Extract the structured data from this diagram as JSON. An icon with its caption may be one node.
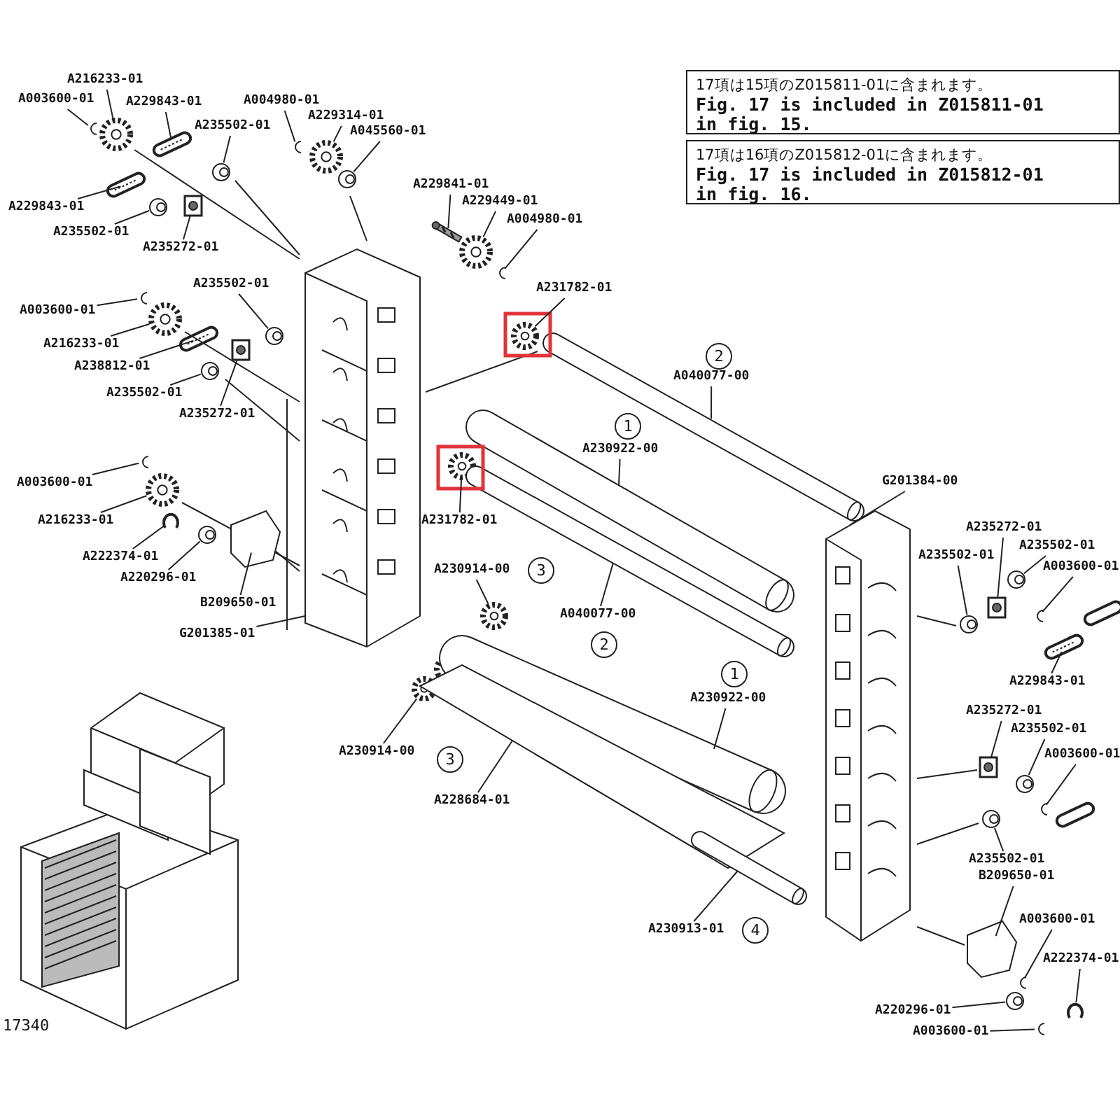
{
  "diagram": {
    "nodes": [
      {
        "text": [
          "17項は15項のZ015811-01に含まれます。",
          "Fig. 17 is included in Z015811-01 in fig. 15."
        ]
      },
      {
        "text": [
          "17項は16項のZ015812-01に含まれます。",
          "Fig. 17 is included in Z015812-01 in fig. 16."
        ]
      },
      {
        "text": [
          "A216233-01"
        ]
      },
      {
        "text": [
          "A003600-01"
        ]
      },
      {
        "text": [
          "A229843-01"
        ]
      },
      {
        "text": [
          "A235502-01"
        ]
      },
      {
        "text": [
          "A004980-01"
        ]
      },
      {
        "text": [
          "A229314-01"
        ]
      },
      {
        "text": [
          "A045560-01"
        ]
      },
      {
        "text": [
          "A229843-01"
        ]
      },
      {
        "text": [
          "A235502-01"
        ]
      },
      {
        "text": [
          "A235272-01"
        ]
      },
      {
        "text": [
          "A229841-01"
        ]
      },
      {
        "text": [
          "A229449-01"
        ]
      },
      {
        "text": [
          "A004980-01"
        ]
      },
      {
        "text": [
          "A235502-01"
        ]
      },
      {
        "text": [
          "A003600-01"
        ]
      },
      {
        "text": [
          "A216233-01"
        ]
      },
      {
        "text": [
          "A238812-01"
        ]
      },
      {
        "text": [
          "A235502-01"
        ]
      },
      {
        "text": [
          "A235272-01"
        ]
      },
      {
        "text": [
          "A231782-01"
        ]
      },
      {
        "text": [
          "A040077-00"
        ]
      },
      {
        "text": [
          "A230922-00"
        ]
      },
      {
        "text": [
          "A003600-01"
        ]
      },
      {
        "text": [
          "A216233-01"
        ]
      },
      {
        "text": [
          "A231782-01"
        ]
      },
      {
        "text": [
          "A222374-01"
        ]
      },
      {
        "text": [
          "A220296-01"
        ]
      },
      {
        "text": [
          "B209650-01"
        ]
      },
      {
        "text": [
          "G201385-01"
        ]
      },
      {
        "text": [
          "A230914-00"
        ]
      },
      {
        "text": [
          "A040077-00"
        ]
      },
      {
        "text": [
          "G201384-00"
        ]
      },
      {
        "text": [
          "A230922-00"
        ]
      },
      {
        "text": [
          "A230914-00"
        ]
      },
      {
        "text": [
          "A228684-01"
        ]
      },
      {
        "text": [
          "A230913-01"
        ]
      },
      {
        "text": [
          "A235272-01"
        ]
      },
      {
        "text": [
          "A235502-01"
        ]
      },
      {
        "text": [
          "A235502-01"
        ]
      },
      {
        "text": [
          "A003600-01"
        ]
      },
      {
        "text": [
          "A229843-01"
        ]
      },
      {
        "text": [
          "A235272-01"
        ]
      },
      {
        "text": [
          "A235502-01"
        ]
      },
      {
        "text": [
          "A003600-01"
        ]
      },
      {
        "text": [
          "A235502-01"
        ]
      },
      {
        "text": [
          "B209650-01"
        ]
      },
      {
        "text": [
          "A003600-01"
        ]
      },
      {
        "text": [
          "A222374-01"
        ]
      },
      {
        "text": [
          "A220296-01"
        ]
      },
      {
        "text": [
          "A003600-01"
        ]
      },
      {
        "text": [],
        "shape": "picture"
      },
      {
        "text": [],
        "shape": "picture"
      },
      {
        "text": [],
        "shape": "picture"
      },
      {
        "text": [],
        "shape": "picture"
      },
      {
        "text": [],
        "shape": "picture"
      },
      {
        "text": [],
        "shape": "picture"
      },
      {
        "text": [],
        "shape": "picture"
      },
      {
        "text": [],
        "shape": "picture"
      },
      {
        "text": [],
        "shape": "picture"
      },
      {
        "text": [],
        "shape": "picture"
      },
      {
        "text": [],
        "shape": "picture"
      },
      {
        "text": [],
        "shape": "picture"
      },
      {
        "text": [],
        "shape": "picture"
      },
      {
        "text": [],
        "shape": "picture"
      },
      {
        "text": [],
        "shape": "picture"
      },
      {
        "text": [],
        "shape": "picture"
      },
      {
        "text": [],
        "shape": "picture"
      },
      {
        "text": [],
        "shape": "picture"
      },
      {
        "text": [],
        "shape": "picture"
      },
      {
        "text": [],
        "shape": "picture"
      },
      {
        "text": [],
        "shape": "picture"
      },
      {
        "text": [],
        "shape": "picture"
      },
      {
        "text": [],
        "shape": "picture"
      },
      {
        "text": [],
        "shape": "picture"
      },
      {
        "text": [],
        "shape": "picture"
      },
      {
        "text": [],
        "shape": "picture"
      },
      {
        "text": [],
        "shape": "picture"
      },
      {
        "text": [],
        "shape": "picture"
      },
      {
        "text": [],
        "shape": "picture"
      },
      {
        "text": [],
        "shape": "picture"
      },
      {
        "text": [],
        "shape": "picture"
      },
      {
        "text": [],
        "shape": "picture"
      },
      {
        "text": [],
        "shape": "picture"
      },
      {
        "text": [],
        "shape": "picture"
      },
      {
        "text": [],
        "shape": "picture"
      },
      {
        "text": [],
        "shape": "picture"
      },
      {
        "text": [],
        "shape": "picture"
      },
      {
        "text": [],
        "shape": "picture"
      },
      {
        "text": [],
        "shape": "picture"
      },
      {
        "text": [],
        "shape": "picture"
      },
      {
        "text": [],
        "shape": "picture"
      },
      {
        "text": [],
        "shape": "picture"
      },
      {
        "text": [],
        "shape": "picture"
      },
      {
        "text": [],
        "shape": "picture"
      },
      {
        "text": [],
        "shape": "picture"
      },
      {
        "text": [],
        "shape": "picture"
      },
      {
        "text": [],
        "shape": "picture"
      },
      {
        "text": [],
        "shape": "picture"
      },
      {
        "text": [],
        "shape": "picture"
      },
      {
        "text": [],
        "shape": "picture"
      }
    ],
    "edges": [
      {
        "from": 2,
        "to": 52,
        "arrow": "none"
      },
      {
        "from": 3,
        "to": 53,
        "arrow": "none"
      },
      {
        "from": 4,
        "to": 54,
        "arrow": "none"
      },
      {
        "from": 5,
        "to": 55,
        "arrow": "none"
      },
      {
        "from": 6,
        "to": 56,
        "arrow": "none"
      },
      {
        "from": 7,
        "to": 57,
        "arrow": "none"
      },
      {
        "from": 8,
        "to": 58,
        "arrow": "none"
      },
      {
        "from": 9,
        "to": 59,
        "arrow": "none"
      },
      {
        "from": 10,
        "to": 60,
        "arrow": "none"
      },
      {
        "from": 11,
        "to": 61,
        "arrow": "none"
      },
      {
        "from": 12,
        "to": 62,
        "arrow": "none"
      },
      {
        "from": 13,
        "to": 63,
        "arrow": "none"
      },
      {
        "from": 14,
        "to": 64,
        "arrow": "none"
      },
      {
        "from": 15,
        "to": 65,
        "arrow": "none"
      },
      {
        "from": 16,
        "to": 66,
        "arrow": "none"
      },
      {
        "from": 17,
        "to": 67,
        "arrow": "none"
      },
      {
        "from": 18,
        "to": 68,
        "arrow": "none"
      },
      {
        "from": 19,
        "to": 69,
        "arrow": "none"
      },
      {
        "from": 20,
        "to": 70,
        "arrow": "none"
      },
      {
        "from": 21,
        "to": 71,
        "arrow": "none"
      },
      {
        "from": 22,
        "to": 72,
        "arrow": "none"
      },
      {
        "from": 23,
        "to": 73,
        "arrow": "none"
      },
      {
        "from": 24,
        "to": 74,
        "arrow": "none"
      },
      {
        "from": 25,
        "to": 75,
        "arrow": "none"
      },
      {
        "from": 26,
        "to": 76,
        "arrow": "none"
      },
      {
        "from": 27,
        "to": 77,
        "arrow": "none"
      },
      {
        "from": 28,
        "to": 78,
        "arrow": "none"
      },
      {
        "from": 29,
        "to": 79,
        "arrow": "none"
      },
      {
        "from": 30,
        "to": 80,
        "arrow": "none"
      },
      {
        "from": 31,
        "to": 81,
        "arrow": "none"
      },
      {
        "from": 32,
        "to": 82,
        "arrow": "none"
      },
      {
        "from": 33,
        "to": 83,
        "arrow": "none"
      },
      {
        "from": 34,
        "to": 84,
        "arrow": "none"
      },
      {
        "from": 35,
        "to": 85,
        "arrow": "none"
      },
      {
        "from": 36,
        "to": 86,
        "arrow": "none"
      },
      {
        "from": 37,
        "to": 87,
        "arrow": "none"
      },
      {
        "from": 38,
        "to": 88,
        "arrow": "none"
      },
      {
        "from": 39,
        "to": 89,
        "arrow": "none"
      },
      {
        "from": 40,
        "to": 90,
        "arrow": "none"
      },
      {
        "from": 41,
        "to": 91,
        "arrow": "none"
      },
      {
        "from": 42,
        "to": 92,
        "arrow": "none"
      },
      {
        "from": 43,
        "to": 93,
        "arrow": "none"
      },
      {
        "from": 44,
        "to": 94,
        "arrow": "none"
      },
      {
        "from": 45,
        "to": 95,
        "arrow": "none"
      },
      {
        "from": 46,
        "to": 96,
        "arrow": "none"
      },
      {
        "from": 47,
        "to": 97,
        "arrow": "none"
      },
      {
        "from": 48,
        "to": 98,
        "arrow": "none"
      },
      {
        "from": 49,
        "to": 99,
        "arrow": "none"
      },
      {
        "from": 50,
        "to": 100,
        "arrow": "none"
      },
      {
        "from": 51,
        "to": 101,
        "arrow": "none"
      }
    ],
    "labels": [
      "2",
      "1",
      "3",
      "2",
      "1",
      "3",
      "4",
      "17340"
    ]
  }
}
